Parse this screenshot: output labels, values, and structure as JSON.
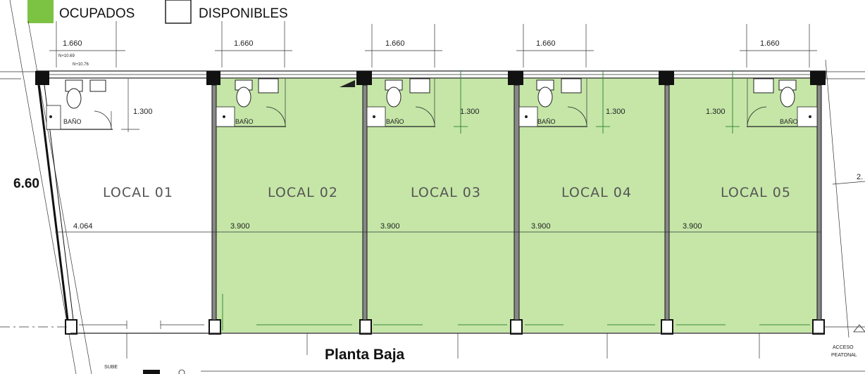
{
  "legend": {
    "occupied_label": "OCUPADOS",
    "available_label": "DISPONIBLES",
    "occupied_color": "#7cc243",
    "available_color": "#ffffff"
  },
  "dims": {
    "top_1": "1.660",
    "top_2": "1.660",
    "top_3": "1.660",
    "top_4": "1.660",
    "top_5": "1.660",
    "level_1": "N+10.69",
    "level_2": "N+10.76",
    "bath_1": "1.300",
    "bath_2": "1.300",
    "bath_3": "1.300",
    "bath_4": "1.300",
    "width_1": "4.064",
    "width_2": "3.900",
    "width_3": "3.900",
    "width_4": "3.900",
    "width_5": "3.900",
    "depth": "6.60",
    "right_cut": "2."
  },
  "locales": [
    {
      "label": "LOCAL 01",
      "status": "disponible"
    },
    {
      "label": "LOCAL 02",
      "status": "ocupado"
    },
    {
      "label": "LOCAL 03",
      "status": "ocupado"
    },
    {
      "label": "LOCAL 04",
      "status": "ocupado"
    },
    {
      "label": "LOCAL 05",
      "status": "ocupado"
    }
  ],
  "bath_label": "BAÑO",
  "title": "Planta Baja",
  "sube": "SUBE",
  "acceso_1": "ACCESO",
  "acceso_2": "PEATONAL"
}
